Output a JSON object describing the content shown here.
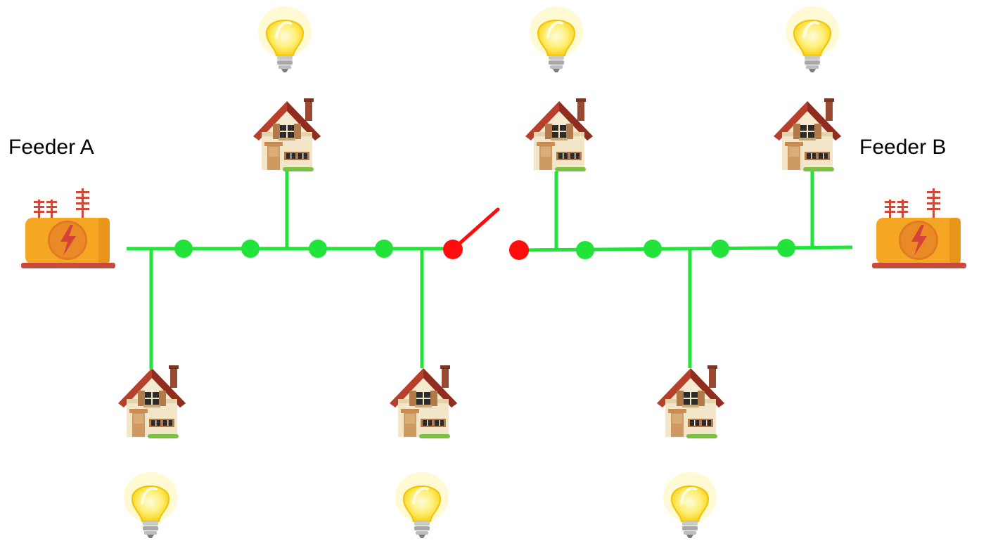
{
  "feeders": [
    {
      "id": "a",
      "label": "Feeder A"
    },
    {
      "id": "b",
      "label": "Feeder B"
    }
  ],
  "colors": {
    "energized_line": "#22e33a",
    "open_switch": "#ff0d0d",
    "transformer_body": "#f5a623",
    "transformer_base": "#c94b3b",
    "house_roof": "#b5402e",
    "house_wall": "#f3e6c8",
    "bulb": "#ffe75a"
  },
  "network": {
    "switch_state": "open",
    "houses_count": 6,
    "bulbs_lit": 6
  }
}
